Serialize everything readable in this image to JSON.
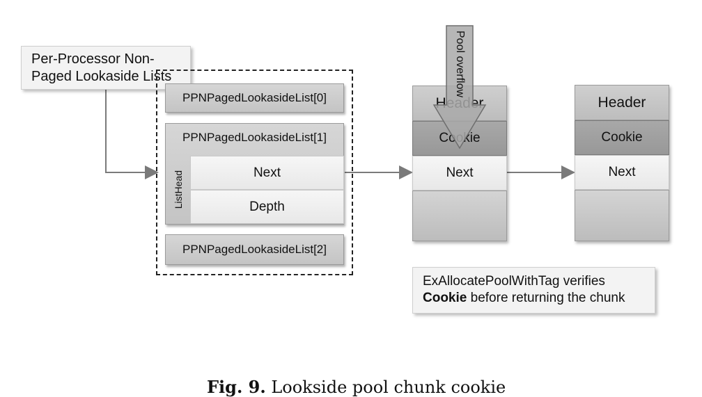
{
  "label_box": {
    "line1": "Per-Processor Non-",
    "line2": "Paged Lookaside Lists"
  },
  "lists": {
    "item0": "PPNPagedLookasideList[0]",
    "item1": "PPNPagedLookasideList[1]",
    "item2": "PPNPagedLookasideList[2]",
    "listhead": "ListHead",
    "next": "Next",
    "depth": "Depth"
  },
  "chunk1": {
    "header": "Header",
    "cookie": "Cookie",
    "next": "Next"
  },
  "chunk2": {
    "header": "Header",
    "cookie": "Cookie",
    "next": "Next"
  },
  "overflow_label": "Pool overflow",
  "note": {
    "line1": "ExAllocatePoolWithTag verifies",
    "bold": "Cookie",
    "rest": " before returning the chunk"
  },
  "caption": {
    "prefix": "Fig. 9.",
    "text": " Lookside pool chunk cookie"
  },
  "colors": {
    "arrow": "#7a7a7a",
    "overflow_fill": "#a9a9a9"
  }
}
